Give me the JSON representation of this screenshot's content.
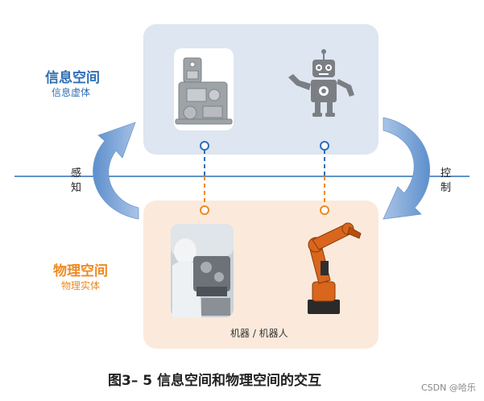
{
  "cyber": {
    "title": "信息空间",
    "subtitle": "信息虚体",
    "color": "#2f6fb5"
  },
  "physical": {
    "title": "物理空间",
    "subtitle": "物理实体",
    "color": "#ef8a22"
  },
  "sense": {
    "char1": "感",
    "char2": "知"
  },
  "control": {
    "char1": "控",
    "char2": "制"
  },
  "machine_label": "机器 / 机器人",
  "caption": "图3– 5 信息空间和物理空间的交互",
  "watermark": "CSDN @哈乐",
  "colors": {
    "cyber_panel": "#dde6f1",
    "physical_panel": "#fbeadb",
    "arrow": "#7fa6d6",
    "axis_line": "#2f6fb5",
    "dash_blue": "#2f6fb5",
    "dash_orange": "#ef8a22"
  }
}
